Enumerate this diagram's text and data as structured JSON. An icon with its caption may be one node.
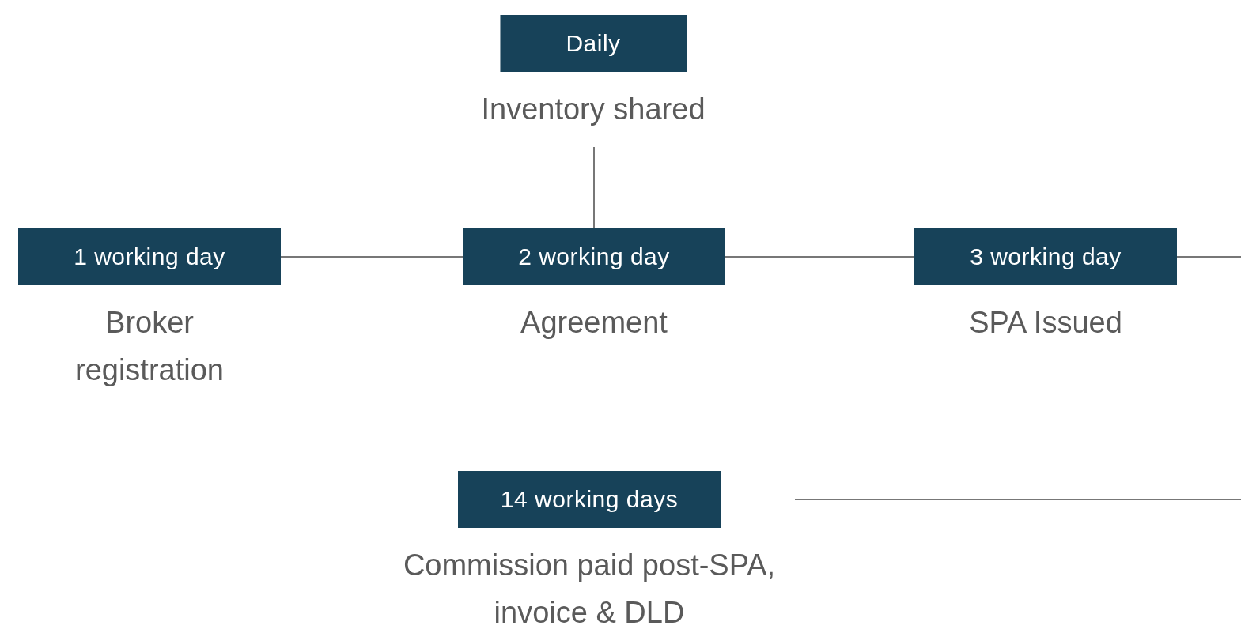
{
  "diagram": {
    "nodes": [
      {
        "text": [
          "Daily",
          "Inventory shared"
        ]
      },
      {
        "text": [
          "1 working day",
          "Broker registration"
        ]
      },
      {
        "text": [
          "2 working day",
          "Agreement"
        ]
      },
      {
        "text": [
          "3 working day",
          "SPA Issued"
        ]
      },
      {
        "text": [
          "14 working days",
          "Commission paid post-SPA, invoice & DLD"
        ]
      }
    ],
    "edges": [
      {
        "from": 0,
        "to": 2,
        "arrow": "none"
      },
      {
        "from": 1,
        "to": 2,
        "arrow": "none"
      },
      {
        "from": 2,
        "to": 3,
        "arrow": "none"
      },
      {
        "from": 3,
        "to": null,
        "arrow": "none"
      },
      {
        "from": 4,
        "to": null,
        "arrow": "none"
      }
    ]
  }
}
